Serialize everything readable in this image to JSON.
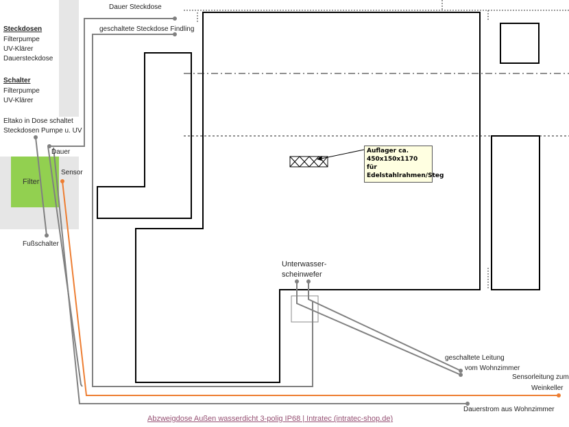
{
  "labels": {
    "dauer_steckdose": "Dauer Steckdose",
    "geschaltete_findling": "geschaltete Steckdose Findling",
    "steckdosen_header": "Steckdosen",
    "steckdosen_items": [
      "Filterpumpe",
      "UV-Klärer",
      "Dauersteckdose"
    ],
    "schalter_header": "Schalter",
    "schalter_items": [
      "Filterpumpe",
      "UV-Klärer"
    ],
    "eltako_line1": "Eltako in Dose schaltet",
    "eltako_line2": "Steckdosen Pumpe u. UV",
    "dauer": "Dauer",
    "sensor": "Sensor",
    "filter": "Filter",
    "fussschalter": "Fußschalter",
    "unterwasser_line1": "Unterwasser-",
    "unterwasser_line2": "scheinwefer",
    "geschaltete_leitung_line1": "geschaltete Leitung",
    "geschaltete_leitung_line2": "vom Wohnzimmer",
    "sensorleitung_line1": "Sensorleitung zum",
    "sensorleitung_line2": "Weinkeller",
    "dauerstrom": "Dauerstrom aus Wohnzimmer",
    "auflager_note": "Auflager ca. 450x150x1170 für Edelstahlrahmen/Steg",
    "footer_link": "Abzweigdose Außen wasserdicht 3-polig IP68 | Intratec (intratec-shop.de)"
  },
  "colors": {
    "wire_grey": "#808080",
    "wire_orange": "#ed7d31",
    "filter_green": "#92d050",
    "note_bg": "#ffffe1",
    "band_grey": "#e6e6e6",
    "link": "#954f72"
  }
}
